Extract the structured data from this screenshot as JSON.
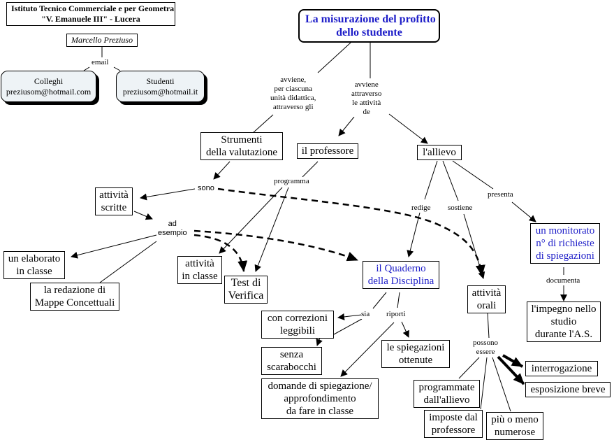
{
  "header": {
    "school": [
      "Istituto Tecnico Commerciale e per Geometra",
      "\"V. Emanuele III\" - Lucera"
    ],
    "author": "Marcello Preziuso",
    "email_label": "email",
    "contacts": [
      {
        "lines": [
          "Colleghi",
          "preziusom@hotmail.com"
        ]
      },
      {
        "lines": [
          "Studenti",
          "preziusom@hotmail.it"
        ]
      }
    ]
  },
  "map": {
    "title": [
      "La misurazione del profitto",
      "dello studente"
    ],
    "nodes": {
      "strumenti": [
        "Strumenti",
        "della valutazione"
      ],
      "professore": [
        "il professore"
      ],
      "allievo": [
        "l'allievo"
      ],
      "scritte": [
        "attività",
        "scritte"
      ],
      "elaborato": [
        "un elaborato",
        "in classe"
      ],
      "mappe": [
        "la redazione di",
        "Mappe Concettuali"
      ],
      "in_classe": [
        "attività",
        "in classe"
      ],
      "test": [
        "Test di",
        "Verifica"
      ],
      "quaderno": [
        "il Quaderno",
        "della Disciplina"
      ],
      "orali": [
        "attività",
        "orali"
      ],
      "monitorato": [
        "un monitorato",
        "n° di richieste",
        "di spiegazioni"
      ],
      "impegno": [
        "l'impegno nello",
        "studio",
        "durante l'A.S."
      ],
      "correzioni": [
        "con correzioni",
        "leggibili"
      ],
      "scarabocchi": [
        "senza",
        "scarabocchi"
      ],
      "spiegazioni": [
        "le spiegazioni",
        "ottenute"
      ],
      "domande": [
        "domande di spiegazione/",
        "approfondimento",
        "da fare in classe"
      ],
      "programmate": [
        "programmate",
        "dall'allievo"
      ],
      "imposte": [
        "imposte dal",
        "professore"
      ],
      "numerose": [
        "più o meno",
        "numerose"
      ],
      "interrogazione": [
        "interrogazione"
      ],
      "esposizione": [
        "esposizione breve"
      ]
    },
    "links": {
      "avviene_per": [
        "avviene,",
        "per ciascuna",
        "unità didattica,",
        "attraverso gli"
      ],
      "avviene_attraverso": [
        "avviene",
        "attraverso",
        "le attività",
        "de"
      ],
      "sono": [
        "sono"
      ],
      "programma": [
        "programma"
      ],
      "ad_esempio": [
        "ad",
        "esempio"
      ],
      "redige": [
        "redige"
      ],
      "sostiene": [
        "sostiene"
      ],
      "presenta": [
        "presenta"
      ],
      "documenta": [
        "documenta"
      ],
      "sia": [
        "sia"
      ],
      "riporti": [
        "riporti"
      ],
      "possono_essere": [
        "possono",
        "essere"
      ]
    }
  }
}
